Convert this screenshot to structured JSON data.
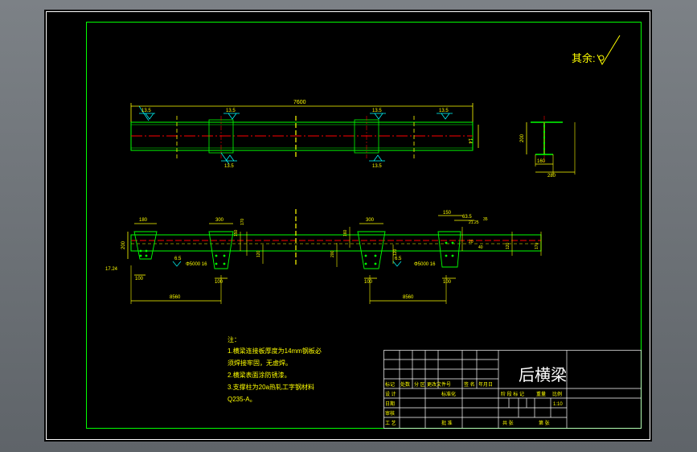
{
  "drawing": {
    "title": "后横梁",
    "surface_note_label": "其余:",
    "colors": {
      "background": "#000000",
      "frame": "#ffffff",
      "border": "#00ff00",
      "dimension": "#ffff00",
      "centerline": "#ff0000",
      "outline": "#00ff00",
      "weld": "#00ffff",
      "desk": "#6f7479"
    }
  },
  "top_view": {
    "overall_length": "7600",
    "weld_marks_top": [
      "13.5",
      "13.5",
      "13.5",
      "13.5"
    ],
    "weld_marks_bottom": [
      "13.5",
      "13.5"
    ],
    "plate_thickness": "14"
  },
  "section_view": {
    "height": "200",
    "flange_width": "160",
    "total_width": "280"
  },
  "front_view": {
    "left_end_width": "180",
    "support1_width": "300",
    "support2_width": "300",
    "right_end_top": "150",
    "right_end_small": "63.5",
    "right_dims": [
      "21.25",
      "35",
      "20",
      "40",
      "120",
      "170"
    ],
    "left_height": "200",
    "support_heights": [
      "150",
      "170",
      "120",
      "160",
      "200",
      "120"
    ],
    "left_angle": "17.24",
    "weld_labels": [
      "6.5",
      "6.5"
    ],
    "plate_labels": [
      "Φ5000 16",
      "Φ5000 16"
    ],
    "bottom_widths": [
      "100",
      "100",
      "100",
      "100"
    ],
    "span1": "8560",
    "span2": "8560"
  },
  "notes": {
    "header": "注：",
    "lines": [
      "1.横梁连接板厚度为14mm钢板必",
      "须焊接牢固，无虚焊。",
      "2.横梁表面涂防锈漆。",
      "3.支撑柱为20a热轧工字钢材料",
      "Q235-A。"
    ]
  },
  "title_block": {
    "row_labels": [
      "标记",
      "处数",
      "分 区",
      "更改文件号",
      "签 名",
      "年月日"
    ],
    "left_labels": [
      "设 计",
      "日期",
      "审核",
      "工 艺"
    ],
    "std_label": "标准化",
    "approve_label": "批 准",
    "stage_labels": [
      "阶 段 标 记",
      "重量",
      "比例"
    ],
    "scale": "1:10",
    "total_sheets": "共  张",
    "sheet_no": "第  张"
  }
}
